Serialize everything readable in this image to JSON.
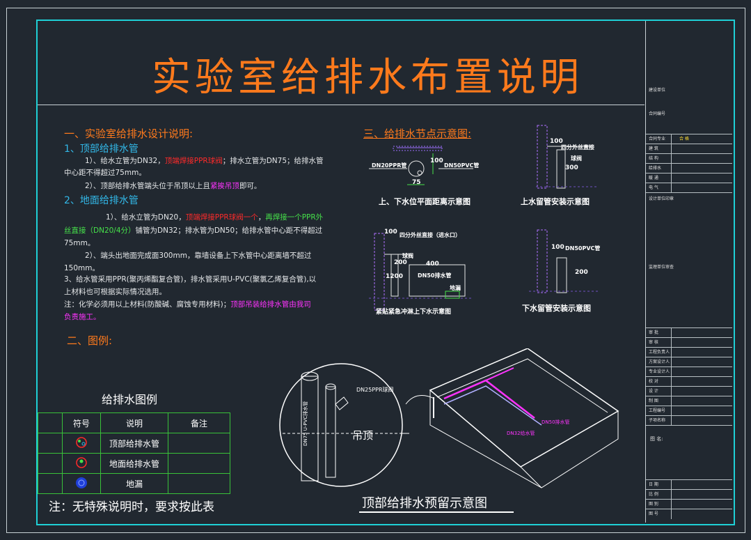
{
  "title": "实验室给排水布置说明",
  "section1": {
    "heading": "一、实验室给排水设计说明:",
    "sub1": "1、顶部给排水管",
    "p1a": "1）、给水立管为DN32，",
    "p1a_red": "顶端焊接PPR球阀",
    "p1a_rest": "；排水立管为DN75；给排水管",
    "p1b": "中心距不得超过75mm。",
    "p2a": "2）、顶部给排水管端头位于吊顶以上且",
    "p2a_mag": "紧挨吊顶",
    "p2a_rest": "即可。",
    "sub2": "2、地面给排水管",
    "p3a": "1）、给水立管为DN20，",
    "p3a_red": "顶端焊接PPR球阀一个",
    "p3a_mid": "，",
    "p3a_green": "再焊接一个PPR外",
    "p3b_green": "丝直接（DN20/4分）",
    "p3b_rest": "铺管为DN32；排水管为DN50；给排水管中心距不得超过",
    "p3c": "75mm。",
    "p4a": "2）、端头出地面完成面300mm，靠墙设备上下水管中心距离墙不超过",
    "p4b": "150mm。",
    "p5a": "3、给水管采用PPR(聚丙烯酯复合管)，排水管采用U-PVC(聚氯乙烯复合管),以",
    "p5b": "上材料也可根据实际情况选用。",
    "p6a": "注：化学必须用以上材料(防酸碱、腐蚀专用材料)；",
    "p6a_mag": "顶部吊装给排水管由我司",
    "p6b_mag": "负责施工。"
  },
  "section2": {
    "heading": "二、图例:"
  },
  "legend": {
    "title": "给排水图例",
    "headers": [
      "符号",
      "说明",
      "备注"
    ],
    "rows": [
      {
        "label": "顶部给排水管",
        "note": ""
      },
      {
        "label": "地面给排水管",
        "note": ""
      },
      {
        "label": "地漏",
        "note": ""
      }
    ],
    "footnote": "注：无特殊说明时，要求按此表"
  },
  "section3": {
    "heading": "三、给排水节点示意图:",
    "d1": {
      "caption": "上、下水位平面距离示意图",
      "left": "DN20PPR管",
      "right": "DN50PVC管",
      "dim_v": "100",
      "dim_h": "75"
    },
    "d2": {
      "caption": "上水留管安装示意图",
      "label1": "四分外丝直接",
      "label2": "球阀",
      "dim1": "100",
      "dim2": "300"
    },
    "d3": {
      "caption": "紧贴紧急冲淋上下水示意图",
      "label1": "四分外丝直接（进水口）",
      "label2": "球阀",
      "label3": "DN50排水管",
      "label4": "地漏",
      "dim1": "100",
      "dim2": "200",
      "dim3": "400",
      "dim4": "1200"
    },
    "d4": {
      "caption": "下水留管安装示意图",
      "label1": "DN50PVC管",
      "dim1": "100",
      "dim2": "200"
    }
  },
  "bottom": {
    "caption": "顶部给排水预留示意图",
    "valve_label": "DN25PPR球阀",
    "pipe_label": "DN75 U-PVC排水管",
    "ceiling_label": "吊顶",
    "iso_label1": "DN32给水管",
    "iso_label2": "DN50排水管"
  },
  "titleblock": {
    "top": [
      "建设单位",
      "合同编号"
    ],
    "rows": [
      {
        "k": "合同专业",
        "v": "合 格"
      },
      {
        "k": "建 筑",
        "v": ""
      },
      {
        "k": "结 构",
        "v": ""
      },
      {
        "k": "给排水",
        "v": ""
      },
      {
        "k": "暖 通",
        "v": ""
      },
      {
        "k": "电 气",
        "v": ""
      }
    ],
    "mid1": "设计单位印章",
    "mid2": "监理单位审查",
    "rows2": [
      "审 批",
      "审 核",
      "工程负责人",
      "方案设计人",
      "专业设计人",
      "校 对",
      "设 计",
      "制 图",
      "工程编号",
      "子项名称"
    ],
    "drawing": "图 名:",
    "rows3": [
      "日 期",
      "比 例",
      "图 别",
      "图 号"
    ]
  },
  "colors": {
    "orange": "#ff7a1c",
    "cyan": "#1fd0d6",
    "blue": "#32b8e8",
    "red": "#ff2a2a",
    "green": "#46e24a",
    "magenta": "#ff33ff"
  }
}
